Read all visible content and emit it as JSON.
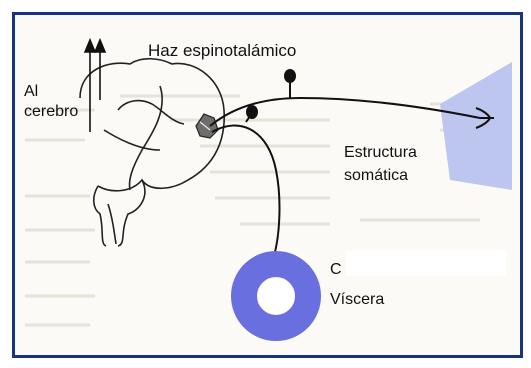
{
  "labels": {
    "tract": "Haz espinotalámico",
    "to_brain_line1": "Al",
    "to_brain_line2": "cerebro",
    "somatic_line1": "Estructura",
    "somatic_line2": "somática",
    "viscera_partial": "C",
    "viscera": "Víscera"
  },
  "colors": {
    "frame_border": "#17347c",
    "viscera_ring": "#6a6fe0",
    "somatic_patch": "#b8c3ee",
    "neuron": "#111111",
    "background_text": "#c9c3b3"
  }
}
